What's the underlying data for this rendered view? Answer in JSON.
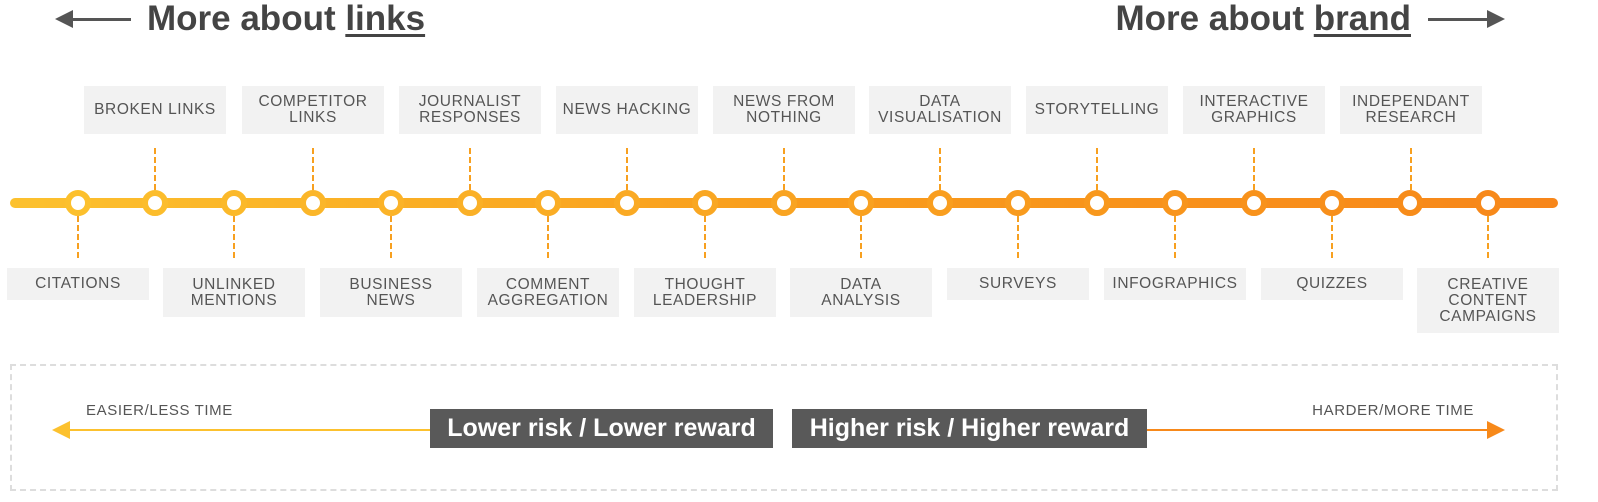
{
  "header": {
    "left_prefix": "More about ",
    "left_emphasis": "links",
    "right_prefix": "More about ",
    "right_emphasis": "brand"
  },
  "timeline": {
    "top_labels": [
      "BROKEN LINKS",
      "COMPETITOR\nLINKS",
      "JOURNALIST\nRESPONSES",
      "NEWS HACKING",
      "NEWS FROM\nNOTHING",
      "DATA\nVISUALISATION",
      "STORYTELLING",
      "INTERACTIVE\nGRAPHICS",
      "INDEPENDANT\nRESEARCH"
    ],
    "bottom_labels": [
      "CITATIONS",
      "UNLINKED\nMENTIONS",
      "BUSINESS\nNEWS",
      "COMMENT\nAGGREGATION",
      "THOUGHT\nLEADERSHIP",
      "DATA\nANALYSIS",
      "SURVEYS",
      "INFOGRAPHICS",
      "QUIZZES",
      "CREATIVE\nCONTENT\nCAMPAIGNS"
    ]
  },
  "scale": {
    "left_label": "EASIER/LESS TIME",
    "right_label": "HARDER/MORE TIME",
    "left_badge": "Lower risk / Lower reward",
    "right_badge": "Higher risk / Higher reward"
  },
  "colors": {
    "timeline_start": "#fcc12e",
    "timeline_end": "#f7861a",
    "heading_text": "#444444",
    "badge_bg": "#595959",
    "label_bg": "#f2f2f2"
  }
}
